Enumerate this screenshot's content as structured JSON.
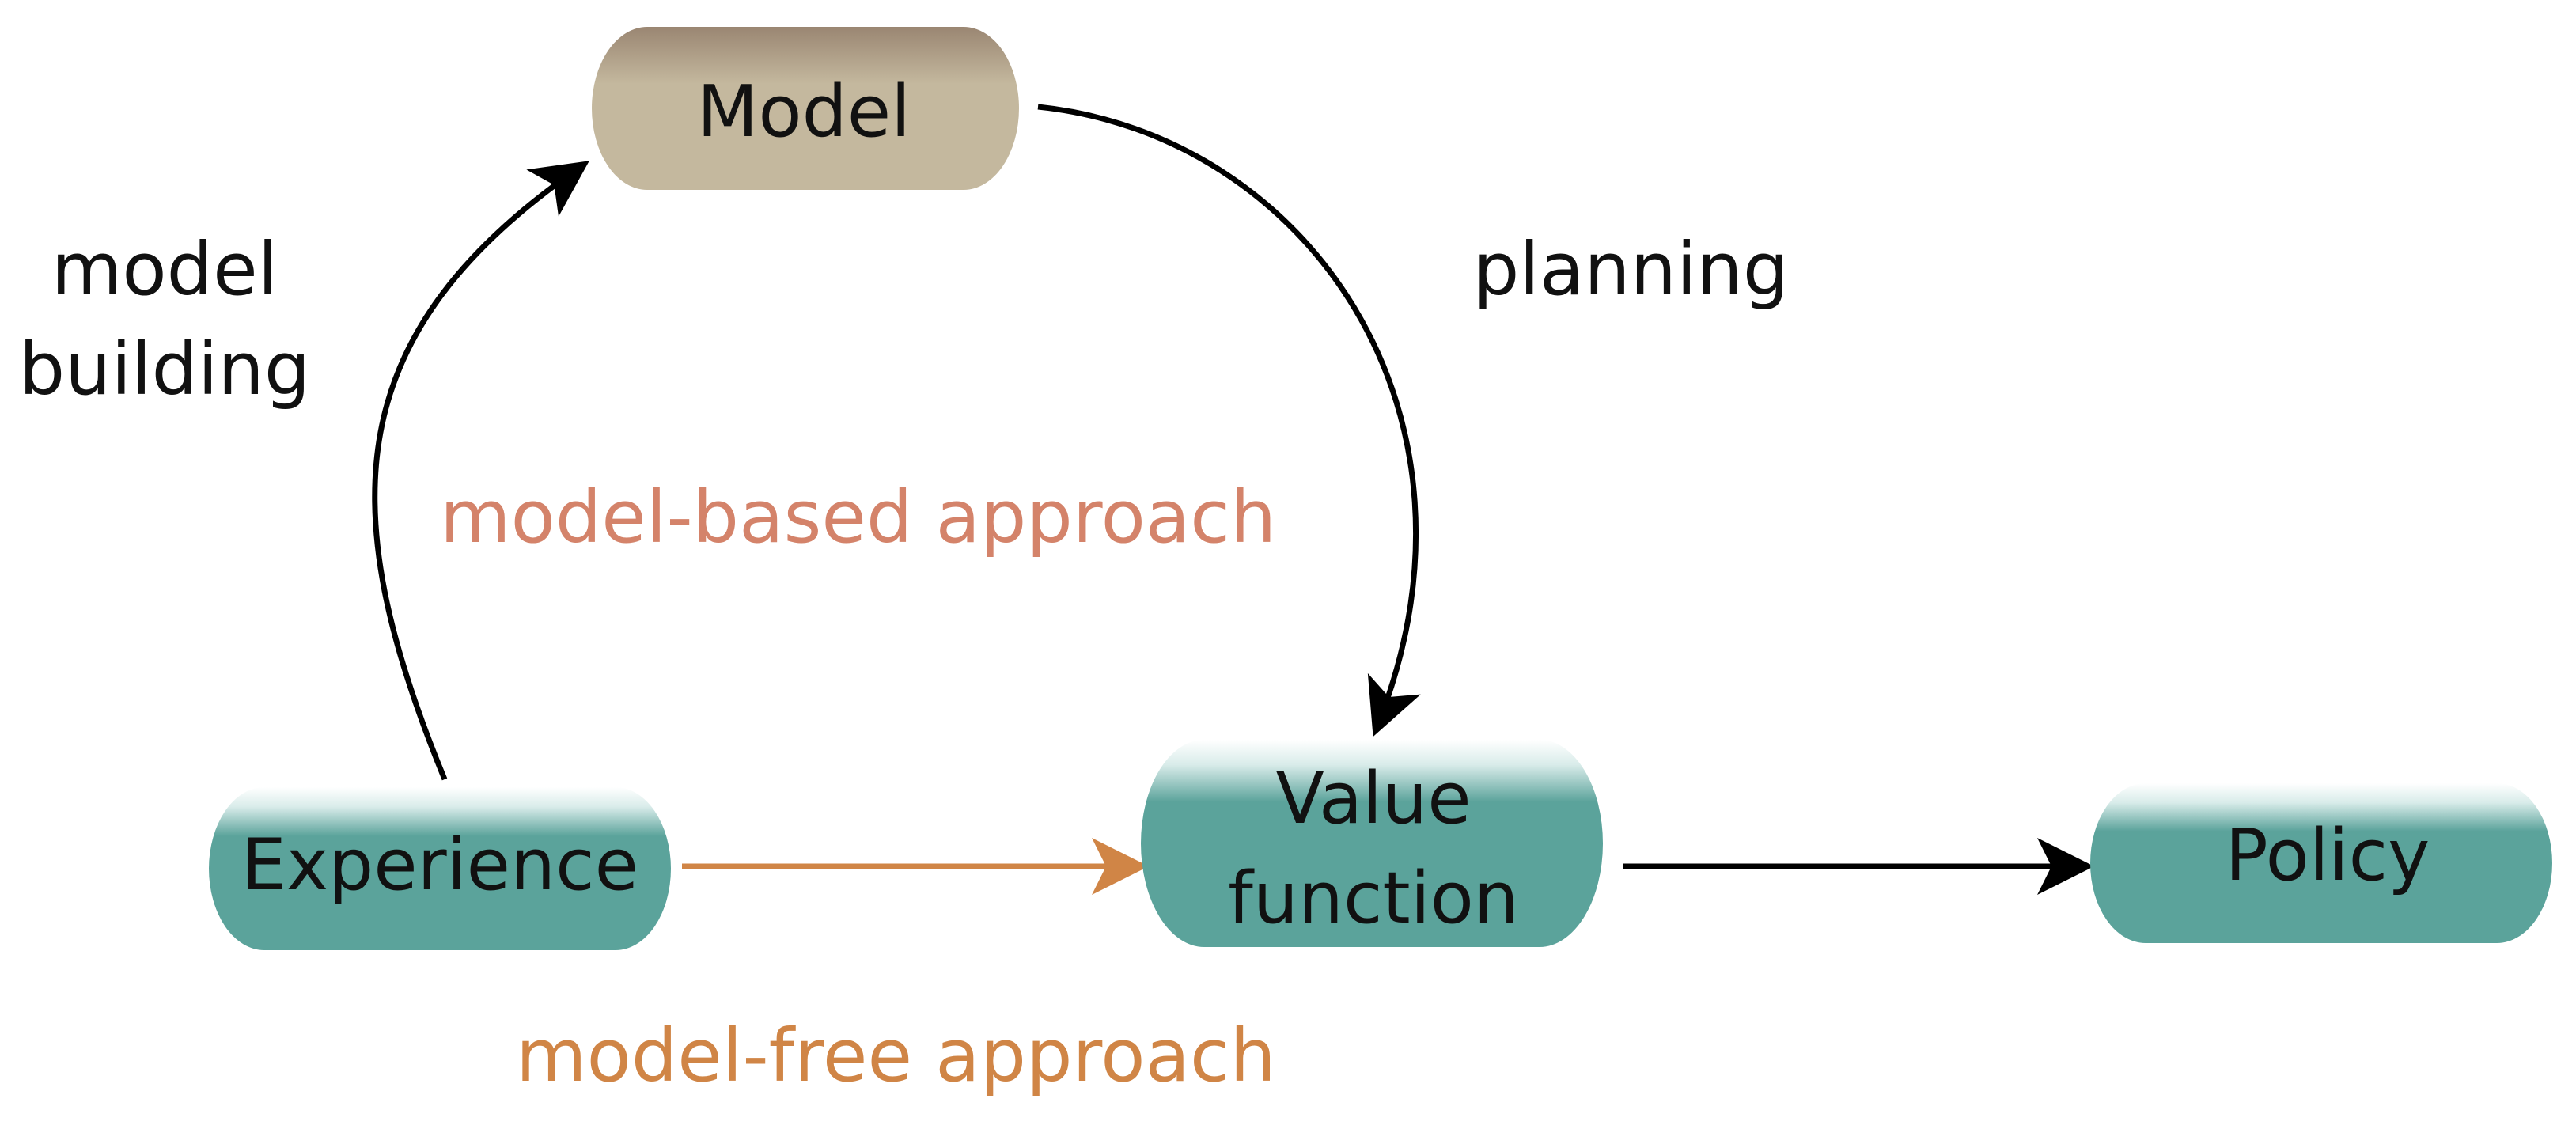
{
  "nodes": {
    "model": "Model",
    "experience": "Experience",
    "value_function": [
      "Value",
      "function"
    ],
    "policy": "Policy"
  },
  "edges": {
    "model_building": [
      "model",
      "building"
    ],
    "planning": "planning"
  },
  "approaches": {
    "model_based": "model-based approach",
    "model_free": "model-free approach"
  },
  "colors": {
    "model_node": "#c4b89e",
    "model_node_top": "#9a8672",
    "teal_node": "#5ba39b",
    "teal_node_top": "#ffffff",
    "model_based_text": "#d4836a",
    "model_free_text": "#d08546",
    "model_free_arrow": "#d08546",
    "arrow": "#000000"
  }
}
